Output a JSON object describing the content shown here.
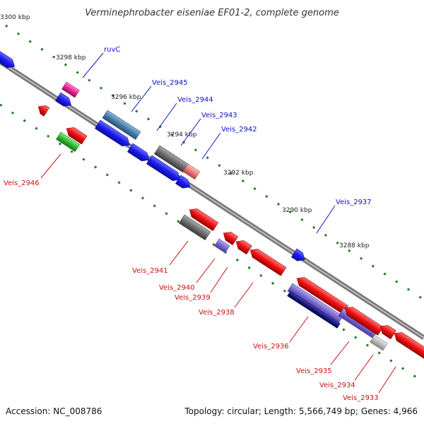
{
  "title": "Verminephrobacter eiseniae EF01-2, complete genome",
  "footer": {
    "accession": "Accession: NC_008786",
    "summary": "Topology: circular; Length: 5,566,749 bp; Genes: 4,966"
  },
  "colors": {
    "background": "#ffffff",
    "backbone": "#888888",
    "tick": "#1f7a1f",
    "forward_label": "#1010cc",
    "reverse_label": "#cc1010",
    "forward_gene": "#1a1aee",
    "reverse_gene": "#ee1111",
    "gray_gene": "#777777",
    "magenta_gene": "#ee2299",
    "steelblue_gene": "#4a7fa8",
    "green_gene": "#33bb33",
    "pink_gene": "#ee7777",
    "purple_gene": "#7766cc",
    "navy_gene": "#141480",
    "lightgray_gene": "#bbbbbb"
  },
  "kbp_labels": [
    "3300 kbp",
    "3298 kbp",
    "3296 kbp",
    "3294 kbp",
    "3292 kbp",
    "3290 kbp",
    "3288 kbp"
  ],
  "gene_labels": {
    "forward": [
      "ruvC",
      "Veis_2945",
      "Veis_2944",
      "Veis_2943",
      "Veis_2942",
      "Veis_2937"
    ],
    "reverse": [
      "Veis_2946",
      "Veis_2941",
      "Veis_2940",
      "Veis_2939",
      "Veis_2938",
      "Veis_2936",
      "Veis_2935",
      "Veis_2934",
      "Veis_2933"
    ]
  }
}
